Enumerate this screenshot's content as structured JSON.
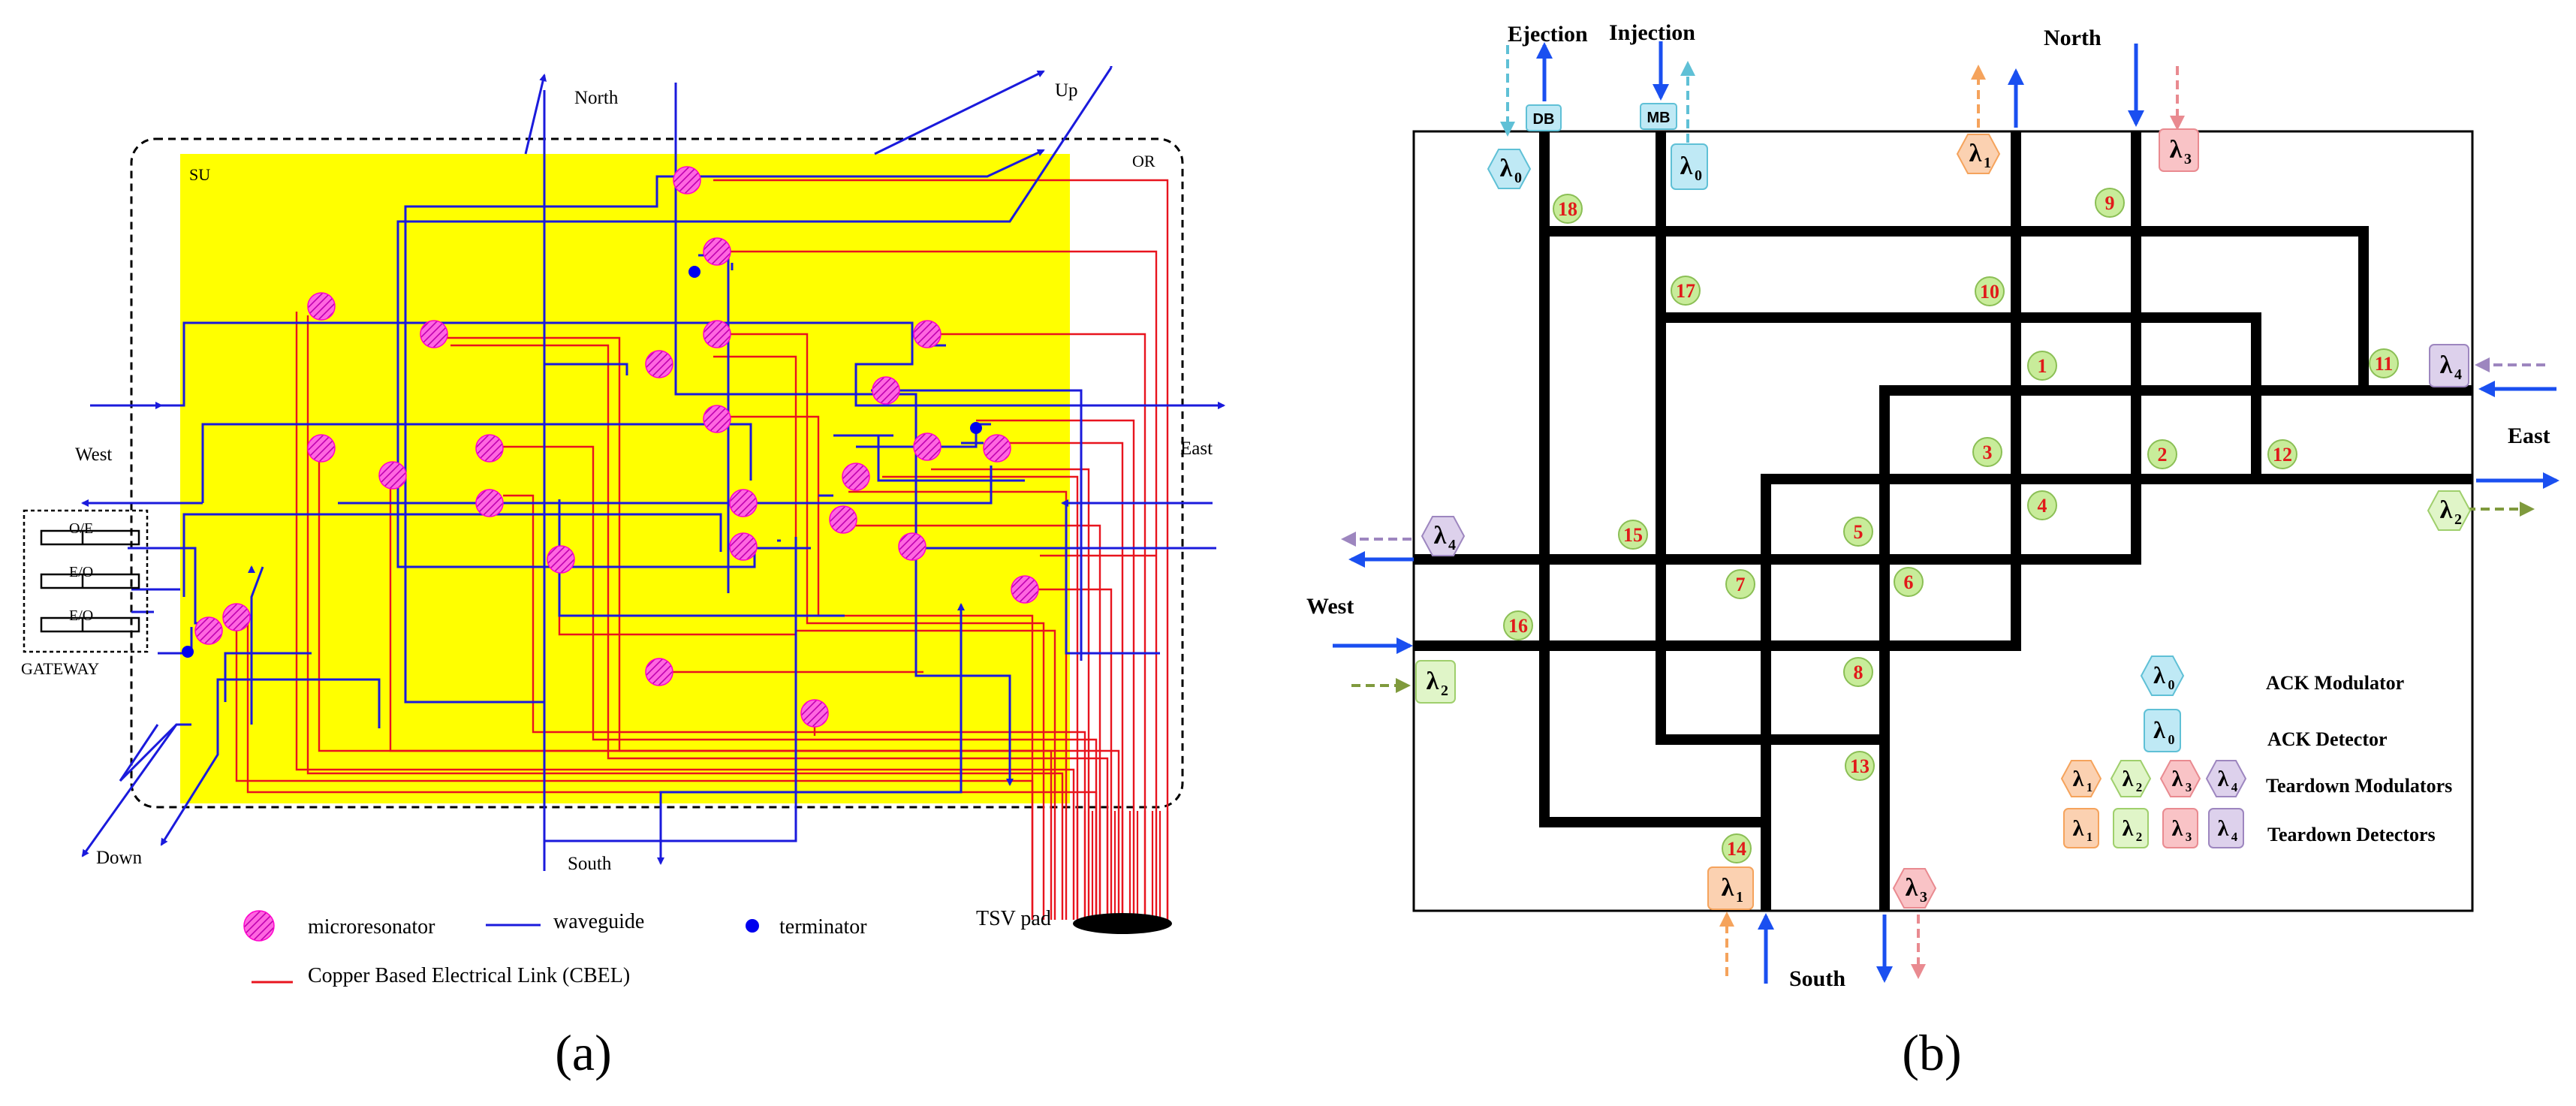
{
  "panel_a": {
    "caption": "(a)",
    "region_su": "SU",
    "region_or": "OR",
    "dir_north": "North",
    "dir_south": "South",
    "dir_east": "East",
    "dir_west": "West",
    "dir_up": "Up",
    "dir_down": "Down",
    "gateway_label": "GATEWAY",
    "gateway_ports": [
      "O/E",
      "E/O",
      "E/O"
    ],
    "tsv_label": "TSV pad",
    "legend": {
      "microresonator": "microresonator",
      "waveguide": "waveguide",
      "terminator": "terminator",
      "cbel": "Copper Based Electrical Link (CBEL)"
    },
    "colors": {
      "chip": "#ffff00",
      "waveguide": "#1a1adc",
      "cbel": "#e8141e",
      "resonator": "#ff55dd",
      "terminator": "#0000ee"
    }
  },
  "panel_b": {
    "caption": "(b)",
    "dir_north": "North",
    "dir_south": "South",
    "dir_east": "East",
    "dir_west": "West",
    "ejection": "Ejection",
    "injection": "Injection",
    "db": "DB",
    "mb": "MB",
    "lambda_sub": [
      "0",
      "0",
      "1",
      "3",
      "4",
      "4",
      "2",
      "2",
      "1",
      "3"
    ],
    "node_numbers": [
      "1",
      "2",
      "3",
      "4",
      "5",
      "6",
      "7",
      "8",
      "9",
      "10",
      "11",
      "12",
      "13",
      "14",
      "15",
      "16",
      "17",
      "18"
    ],
    "legend": {
      "ack_modulator": "ACK Modulator",
      "ack_detector": "ACK Detector",
      "teardown_modulators": "Teardown Modulators",
      "teardown_detectors": "Teardown Detectors",
      "lambda_subs": [
        "1",
        "2",
        "3",
        "4"
      ]
    },
    "colors": {
      "wire": "#000000",
      "arrow": "#1a4ff0",
      "l0": "#bfe9f5",
      "l1": "#fbd1b1",
      "l2": "#e0f5c8",
      "l3": "#f9c3c6",
      "l4": "#ddd1ec",
      "node_fill": "#c8ec9a",
      "node_text": "#e11a1a"
    }
  }
}
